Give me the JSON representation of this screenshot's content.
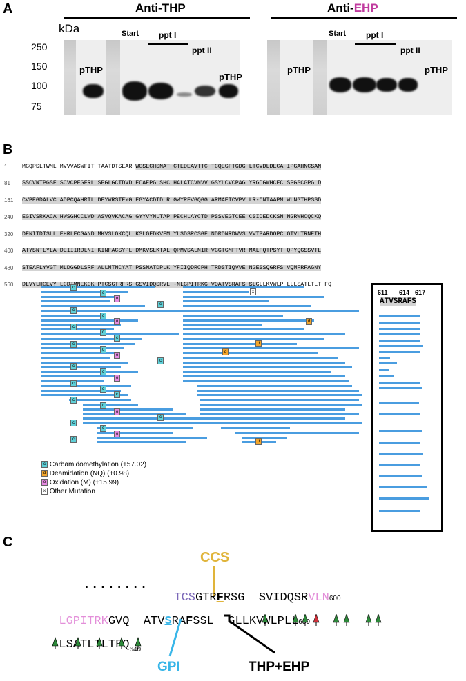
{
  "panelA": {
    "letter": "A",
    "title_left": "Anti-THP",
    "title_right_prefix": "Anti-",
    "title_right_suffix": "EHP",
    "kda_label": "kDa",
    "markers": [
      "250",
      "150",
      "100",
      "75"
    ],
    "left_lane_labels": {
      "start": "Start",
      "ppt1": "ppt I",
      "ppt2": "ppt II",
      "pthp1": "pTHP",
      "pthp2": "pTHP"
    },
    "right_lane_labels": {
      "start": "Start",
      "ppt1": "ppt I",
      "ppt2": "ppt II",
      "pthp1": "pTHP",
      "pthp2": "pTHP"
    }
  },
  "panelB": {
    "letter": "B",
    "rows": [
      {
        "n": "1",
        "seq": "MGQPSLTWML MVVVASWFIT TAATDTSEAR WCSECHSNAT CTEDEAVTTC TCQEGFTGDG LTCVDLDECA IPGAHNCSAN"
      },
      {
        "n": "81",
        "seq": "SSCVNTPGSF SCVCPEGFRL SPGLGCTDVD ECAEPGLSHC HALATCVNVV GSYLCVCPAG YRGDGWHCEC SPGSCGPGLD"
      },
      {
        "n": "161",
        "seq": "CVPEGDALVC ADPCQAHRTL DEYWRSTEYG EGYACDTDLR GWYRFVGQGG ARMAETCVPV LR-CNTAAPM WLNGTHPSSD"
      },
      {
        "n": "240",
        "seq": "EGIVSRKACA HWSGHCCLWD ASVQVKACAG GYYVYNLTAP PECHLAYCTD PSSVEGTCEE CSIDEDCKSN NGRWHCQCKQ"
      },
      {
        "n": "320",
        "seq": "DFNITDISLL EHRLECGAND MKVSLGKCQL KSLGFDKVFM YLSDSRCSGF NDRDNRDWVS VVTPARDGPC GTVLTRNETH"
      },
      {
        "n": "400",
        "seq": "ATYSNTLYLA DEIIIRDLNI KINFACSYPL DMKVSLKTAL QPMVSALNIR VGGTGMFTVR MALFQTPSYT QPYQGSSVTL"
      },
      {
        "n": "480",
        "seq": "STEAFLYVGT MLDGGDLSRF ALLMTNCYAT PSSNATDPLK YFIIQDRCPH TRDSTIQVVE NGESSQGRFS VQMFRFAGNY"
      },
      {
        "n": "560",
        "seq": "DLVYLHCEVY LCDTMNEKCK PTCSGTRFRS GSVIDQSRVL -NLGPITRKG VQATVSRAFS SLGLLKVWLP LLLSATLTLT FQ"
      }
    ],
    "inset_positions": [
      "611",
      "614",
      "617"
    ],
    "inset_seq": "ATVSRAFS",
    "legend": [
      {
        "code": "c",
        "label": "Carbamidomethylation (+57.02)"
      },
      {
        "code": "d",
        "label": "Deamidation (NQ) (+0.98)"
      },
      {
        "code": "o",
        "label": "Oxidation (M) (+15.99)"
      },
      {
        "code": "x",
        "label": "Other Mutation"
      }
    ],
    "colors": {
      "peptide": "#4a9de0",
      "carbamidomethyl": "#5fd0d8",
      "deamidation": "#f2a52b",
      "oxidation": "#e58ae0",
      "coverage": "#d3d3d3"
    }
  },
  "panelC": {
    "letter": "C",
    "ccs_label": "CCS",
    "gpi_label": "GPI",
    "thp_ehp_label": "THP+EHP",
    "dots": "........",
    "line1": {
      "a": "TCS",
      "b": "GTR",
      "c": "F",
      "d": "RSG  SVIDQSR",
      "e": "VLN",
      "num": "600"
    },
    "line2": {
      "a": "LGPITRK",
      "b": "GVQ  ATV",
      "c": "S",
      "d": "RA",
      "e": "F",
      "f": "SSL  GLLKVWLPLL",
      "num": "630"
    },
    "line3": {
      "a": "LSATLTLTFQ",
      "num": "640"
    },
    "colors": {
      "ccs": "#e0b43a",
      "gpi": "#39b6e8",
      "pink": "#e38fd9",
      "purple": "#7b68b8",
      "arrow_green": "#2d8a3a",
      "arrow_red": "#d0303a"
    }
  }
}
